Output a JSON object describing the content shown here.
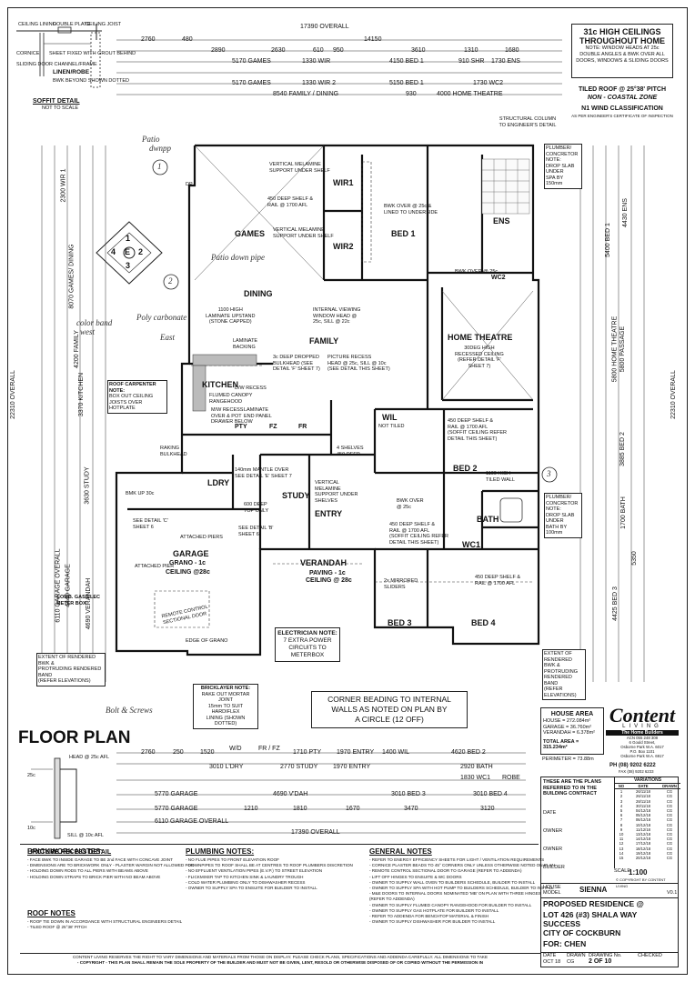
{
  "header": {
    "ceiling_box": [
      "31c HIGH CEILINGS",
      "THROUGHOUT HOME"
    ],
    "ceiling_note": [
      "NOTE: WINDOW HEADS AT 25c",
      "DOUBLE ANGLES & BWK OVER ALL",
      "DOORS, WINDOWS & SLIDING DOORS"
    ],
    "roof_box": [
      "TILED ROOF @ 25°38' PITCH",
      "NON - COASTAL ZONE"
    ],
    "wind_box": [
      "N1 WIND CLASSIFICATION",
      "AS PER ENGINEER'S CERTIFICATE OF INSPECTION"
    ],
    "structural_note": "STRUCTURAL COLUMN TO ENGINEER'S DETAIL"
  },
  "soffit": {
    "title": "SOFFIT DETAIL",
    "sub": "NOT TO SCALE",
    "labels": [
      "CEILING LINING",
      "DOUBLE PLATE",
      "CEILING JOIST",
      "CORNICE",
      "SHEET FIXED WITH GROUT BEHIND",
      "SLIDING DOOR CHANNEL/FRAME",
      "LINEN/ROBE",
      "BWK BEYOND SHOWN DOTTED"
    ]
  },
  "dims_top": {
    "overall": "17390 OVERALL",
    "r1": [
      "2760",
      "480",
      "14150"
    ],
    "r2": [
      "2890",
      "2630",
      "610",
      "950",
      "3610",
      "1310",
      "1680"
    ],
    "r3": [
      "5170 GAMES",
      "1330 WIR",
      "4150 BED 1",
      "910 SHR",
      "1730 ENS"
    ],
    "r4": [
      "5170 GAMES",
      "1330 WIR 2",
      "5150 BED 1",
      "1730 WC2"
    ],
    "r5": [
      "8540 FAMILY / DINING",
      "930",
      "4000 HOME THEATRE"
    ]
  },
  "dims_bottom": {
    "overall": "17390 OVERALL",
    "r1": [
      "2760",
      "250",
      "1520",
      "W/D",
      "FR / FZ",
      "1710 PTY",
      "1970 ENTRY",
      "1400 WIL",
      "4620 BED 2"
    ],
    "r2": [
      "3010 L'DRY",
      "2770 STUDY",
      "1970 ENTRY",
      "2920 BATH",
      "1830 WC1",
      "ROBE"
    ],
    "r3": [
      "5770 GARAGE",
      "4690 V'DAH",
      "3010 BED 3",
      "3010 BED 4"
    ],
    "r4": [
      "5770 GARAGE",
      "1210",
      "1810",
      "1670",
      "3470",
      "3120"
    ],
    "r5": "6110 GARAGE OVERALL"
  },
  "dims_side": {
    "left_overall": "22310 OVERALL",
    "right_overall": "22310 OVERALL",
    "left": [
      "2300 WIR 1",
      "8070 GAMES/ DINING",
      "4200 FAMILY",
      "3370 KITCHEN",
      "3630 STUDY",
      "6110 GARAGE OVERALL",
      "4440 GARAGE",
      "4690 VERANDAH"
    ],
    "right": [
      "5400 BED 1",
      "4430 ENS",
      "5800 HOME THEATRE",
      "5800 PASSAGE",
      "3885 BED 2",
      "1700 BATH",
      "5350",
      "4425 BED 3"
    ]
  },
  "rooms": {
    "wir1": "WIR1",
    "wir2": "WIR2",
    "bed1": "BED 1",
    "ens": "ENS",
    "wc2": "WC2",
    "games": "GAMES",
    "dining": "DINING",
    "family": "FAMILY",
    "home_theatre": "HOME THEATRE",
    "kitchen": "KITCHEN",
    "pty": "PTY",
    "fz": "FZ",
    "fr": "FR",
    "wil": "WIL",
    "bed2": "BED 2",
    "ldry": "LDRY",
    "study": "STUDY",
    "entry": "ENTRY",
    "bath": "BATH",
    "wc1": "WC1",
    "garage": "GARAGE",
    "garage_sub": "GRANO - 1c",
    "garage_ceiling": "CEILING @28c",
    "verandah": "VERANDAH",
    "verandah_sub": "PAVING - 1c",
    "verandah_ceiling": "CEILING @ 28c",
    "bed3": "BED 3",
    "bed4": "BED 4"
  },
  "plan_notes": {
    "vm1": [
      "VERTICAL MELAMINE",
      "SUPPORT UNDER SHELF"
    ],
    "shelf1": [
      "450 DEEP SHELF &",
      "RAIL @ 1700 AFL"
    ],
    "vm2": [
      "VERTICAL MELAMINE",
      "SUPPORT UNDER SHELF"
    ],
    "bwk1": [
      "BWK OVER @ 25c &",
      "LINED TO UNDERSIDE"
    ],
    "bwk2": [
      "BWK OVER @ 25c"
    ],
    "laminate": [
      "1100 HIGH",
      "LAMINATE UPSTAND",
      "(STONE CAPPED)"
    ],
    "internal_view": [
      "INTERNAL VIEWING",
      "WINDOW HEAD @",
      "25c, SILL @ 22c"
    ],
    "recess": [
      "PICTURE RECESS",
      "HEAD @ 25c, SILL @ 10c",
      "(SEE DETAIL THIS SHEET)"
    ],
    "theatre_recess": [
      "30DEG HIGH",
      "RECESSED CEILING",
      "(REFER DETAIL 'F'",
      "SHEET 7)"
    ],
    "dropped": [
      "3c DEEP DROPPED",
      "BULKHEAD (SEE",
      "DETAIL 'F' SHEET 7)"
    ],
    "lam_backing": [
      "LAMINATE",
      "BACKING"
    ],
    "dw": "D/W RECESS",
    "canopy": [
      "FLUMED CANOPY",
      "RANGEHOOD"
    ],
    "mw": [
      "M/W RECESS",
      "OVER & POT",
      "DRAWER BELOW"
    ],
    "endpanel": [
      "LAMINATE",
      "END PANEL"
    ],
    "shelves": [
      "4 SHELVES",
      "450 DEEP"
    ],
    "not_tiled": "NOT TILED",
    "shelf2": [
      "450 DEEP SHELF &",
      "RAIL @ 1700 AFL",
      "(SOFFIT CEILING REFER",
      "DETAIL THIS SHEET)"
    ],
    "tiled_wall": [
      "1100 HIGH",
      "TILED WALL"
    ],
    "raking": [
      "RAKING",
      "BULKHEAD"
    ],
    "mantle": [
      "140mm MANTLE OVER",
      "SEE DETAIL 'E' SHEET 7"
    ],
    "vm3": [
      "VERTICAL",
      "MELAMINE",
      "SUPPORT UNDER",
      "SHELVES"
    ],
    "bwk3": [
      "BWK OVER",
      "@ 25c"
    ],
    "shelf3": [
      "450 DEEP SHELF &",
      "RAIL @ 1700 AFL",
      "(SOFFIT CEILING REFER",
      "DETAIL THIS SHEET)"
    ],
    "shelf4": [
      "450 DEEP SHELF &",
      "RAIL @ 1700 AFL"
    ],
    "study_shelf": [
      "600 DEEP",
      "TOP ONLY"
    ],
    "detail_b": [
      "SEE DETAIL 'B'",
      "SHEET 6"
    ],
    "detail_c": [
      "SEE DETAIL 'C'",
      "SHEET 6"
    ],
    "attached_piers": "ATTACHED PIERS",
    "attached_pier": "ATTACHED PIER",
    "mirrored": [
      "2x MIRRORED",
      "SLIDERS"
    ],
    "remote": [
      "REMOTE CONTROL",
      "SECTIONAL DOOR"
    ],
    "edge_grano": "EDGE OF GRANO",
    "comb_gas": [
      "COMB. GAS/ELEC",
      "METER BOX"
    ],
    "plumber1": [
      "PLUMBER/",
      "CONCRETOR NOTE:",
      "DROP SLAB UNDER",
      "SPA BY 150mm"
    ],
    "plumber2": [
      "PLUMBER/",
      "CONCRETOR NOTE:",
      "DROP SLAB UNDER",
      "BATH BY 100mm"
    ],
    "roof_carp": [
      "ROOF CARPENTER NOTE:",
      "BOX OUT CEILING",
      "JOISTS OVER HOTPLATE"
    ],
    "electrician": [
      "ELECTRICIAN NOTE:",
      "7 EXTRA POWER",
      "CIRCUITS TO METERBOX"
    ],
    "bricklayer": [
      "BRICKLAYER NOTE:",
      "RAKE OUT MORTAR JOINT",
      "15mm TO SUIT HARDIFLEX",
      "LINING (SHOWN DOTTED)"
    ],
    "ext_render1": [
      "EXTENT OF RENDERED BWK &",
      "PROTRUDING RENDERED BAND",
      "(REFER ELEVATIONS)"
    ],
    "ext_render2": [
      "EXTENT OF RENDERED",
      "BWK & PROTRUDING",
      "RENDERED BAND",
      "(REFER ELEVATIONS)"
    ],
    "corner_bead": [
      "CORNER BEADING TO INTERNAL",
      "WALLS AS NOTED ON PLAN BY",
      "A CIRCLE (12 OFF)"
    ],
    "bmk": "BMK UP 30c",
    "dp": "DP"
  },
  "handwritten": {
    "patio_dwnpp": [
      "Patio",
      "dwnpp"
    ],
    "patio_down_pipe": "Patio down pipe",
    "color_band": [
      "color band",
      "west"
    ],
    "poly": "Poly carbonate",
    "east": "East",
    "bolt": "Bolt & Screws",
    "n1": "1",
    "n2": "2",
    "n3": "3"
  },
  "compass": [
    "1",
    "E",
    "2",
    "3",
    "4"
  ],
  "floor_plan": "FLOOR PLAN",
  "picture_recess": {
    "title": "PICTURE RECESS DETAIL",
    "labels": [
      "HEAD @ 25c AFL",
      "25c",
      "10c",
      "SILL @ 10c AFL"
    ]
  },
  "house_area": {
    "title": "HOUSE AREA",
    "lines": [
      "HOUSE = 272.084m²",
      "GARAGE = 36.760m²",
      "VERANDAH = 6.378m²"
    ],
    "total": "TOTAL AREA = 315.234m²",
    "perimeter": "PERIMETER = 73.88m"
  },
  "company": {
    "name_a": "Content",
    "name_b": "LIVING",
    "tag": "The Home Builders",
    "addr": [
      "ACN 055 248 308",
      "6 Gould Street,",
      "Osborne Park W.A. 6017",
      "P.O. Box 1101",
      "Osborne Park W.A. 6917"
    ],
    "phone": "PH (08) 9202 6222",
    "fax": "FAX (08) 9202 6233"
  },
  "title_block": {
    "referred": [
      "THESE ARE THE PLANS",
      "REFERRED TO IN THE",
      "BUILDING CONTRACT"
    ],
    "date": "DATE",
    "owner1": "OWNER",
    "owner2": "OWNER",
    "builder": "BUILDER",
    "variations": "VARIATIONS",
    "var_headers": [
      "NO",
      "DATE",
      "DRAWN"
    ],
    "var_rows": [
      [
        "1",
        "26/11/18",
        "CG"
      ],
      [
        "2",
        "26/11/18",
        "CG"
      ],
      [
        "3",
        "28/11/18",
        "CG"
      ],
      [
        "4",
        "30/11/18",
        "CG"
      ],
      [
        "5",
        "04/12/18",
        "CG"
      ],
      [
        "6",
        "05/12/18",
        "CG"
      ],
      [
        "7",
        "06/12/18",
        "CG"
      ],
      [
        "8",
        "10/12/18",
        "CG"
      ],
      [
        "9",
        "11/12/18",
        "CG"
      ],
      [
        "10",
        "13/12/18",
        "CG"
      ],
      [
        "11",
        "14/12/18",
        "CG"
      ],
      [
        "12",
        "17/12/18",
        "CG"
      ],
      [
        "13",
        "18/12/18",
        "CG"
      ],
      [
        "14",
        "19/12/18",
        "CG"
      ],
      [
        "15",
        "20/12/18",
        "CG"
      ]
    ],
    "scale_label": "SCALE",
    "scale": "1:100",
    "copyright": "© COPYRIGHT BY CONTENT LIVING",
    "house_label": "HOUSE",
    "model_label": "MODEL",
    "house_name": "SIENNA",
    "version": "V0.1",
    "proposed": "PROPOSED RESIDENCE @",
    "address": [
      "LOT 426 (#3) SHALA WAY",
      "SUCCESS",
      "CITY OF COCKBURN"
    ],
    "for": "FOR: CHEN",
    "bottom_cells": [
      "DATE",
      "OCT 18",
      "DRAWN",
      "CG",
      "DRAWING No.",
      "2 OF 10",
      "CHECKED"
    ]
  },
  "notes": {
    "brickwork_title": "BRICKWORK NOTES:",
    "brickwork": [
      "- FACE BWK TO INSIDE GARAGE TO BE 2nd FACE WITH CONCAVE JOINT",
      "- DIMENSIONS ARE TO BRICKWORK ONLY - PLASTER WARGIN NOT ALLOWED FOR",
      "- HOLDING DOWN RODS TO ALL PIERS WITH BEAMS ABOVE",
      "- HOLDING DOWN STRAPS TO BRICK PIER WITH NO BEAM ABOVE"
    ],
    "roof_title": "ROOF NOTES",
    "roof": [
      "- ROOF TIE DOWN IN ACCORDANCE WITH STRUCTURAL ENGINEERS DETAIL",
      "- TILED ROOF @ 25°38' PITCH"
    ],
    "plumbing_title": "PLUMBING NOTES:",
    "plumbing": [
      "- NO FLUE PIPES TO FRONT ELEVATION ROOF",
      "- DOWNPIPES TO ROOF SHALL BE AT CENTRES TO ROOF PLUMBERS DISCRETION",
      "- NO EFFLUENT VENTILATION PIPES (E.V.P.) TO STREET ELEVATION",
      "- FLICKMIXER TAP TO KITCHEN SINK & LAUNDRY TROUGH",
      "- COLD WATER PLUMBING ONLY TO DISHWASHER RECESS",
      "- OWNER TO SUPPLY SPA TO ENSUITE FOR BUILDER TO INSTALL"
    ],
    "general_title": "GENERAL NOTES",
    "general": [
      "- REFER TO ENERGY EFFICIENCY SHEETS FOR LIGHT / VENTILATION REQUIREMENTS",
      "- CORNICE PLASTER BEADS TO 45° CORNERS ONLY UNLESS OTHERWISE NOTED ON PLAN",
      "- REMOTE CONTROL SECTIONAL DOOR TO GARAGE (REFER TO ADDENDA)",
      "- LIFT OFF HINGES TO ENSUITE & WC DOORS",
      "- OWNER TO SUPPLY WALL OVEN TO BUILDERS SCHEDULE, BUILDER TO INSTALL",
      "- OWNER TO SUPPLY SPA WITH HOT PUMP TO BUILDERS SCHEDULE, BUILDER TO INSTALL",
      "- M&E DOORS TO INTERNAL DOORS NOMINATED 'MB' ON PLAN WITH THREE HINGES",
      "  (REFER TO ADDENDA)",
      "- OWNER TO SUPPLY FLUMED CANOPY RANGEHOOD FOR BUILDER TO INSTALL",
      "- OWNER TO SUPPLY GAS HOTPLATE FOR BUILDER TO INSTALL",
      "- REFER TO ADDENDA FOR BENCHTOP MATERIAL & FINISH",
      "- OWNER TO SUPPLY DISHWASHER FOR BUILDER TO INSTALL"
    ]
  },
  "footer": [
    "CONTENT LIVING RESERVES THE RIGHT TO VARY DIMENSIONS AND MATERIALS FROM THOSE ON DISPLAY. PLEASE CHECK PLANS, SPECIFICATIONS AND ADDENDA CAREFULLY. ALL DIMENSIONS TO TAKE",
    "- COPYRIGHT - THIS PLAN SHALL REMAIN THE SOLE PROPERTY OF THE BUILDER AND MUST NOT BE GIVEN, LENT, RESOLD OR OTHERWISE DISPOSED OF OR COPIED WITHOUT THE PERMISSION IN"
  ]
}
